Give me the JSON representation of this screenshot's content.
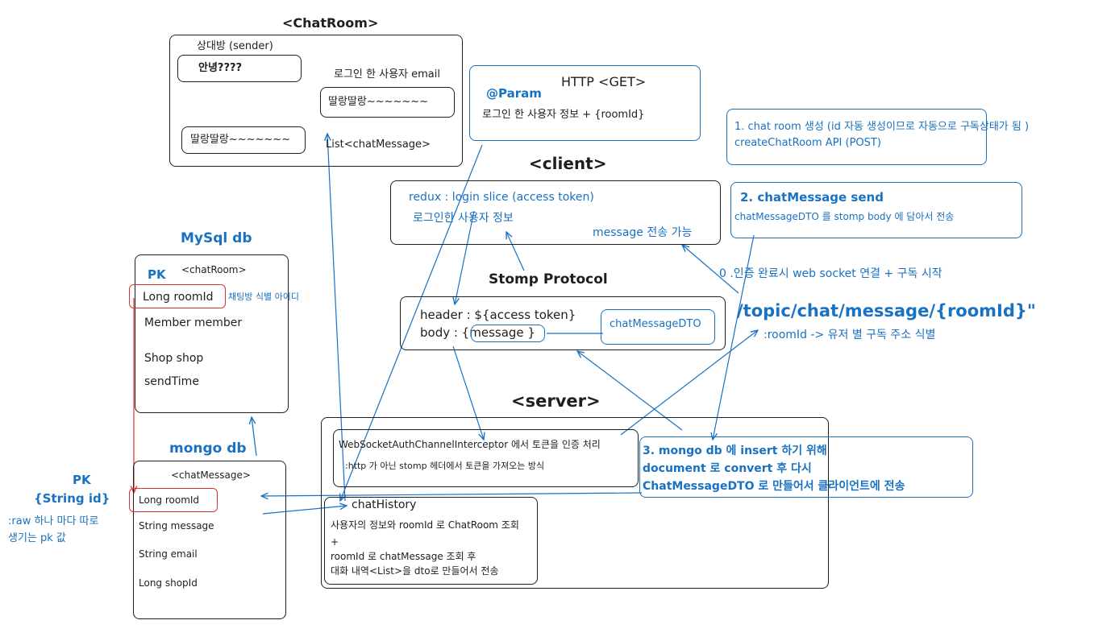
{
  "chatroom_ui": {
    "title": "<ChatRoom>",
    "sender_label": "상대방 (sender)",
    "sender_bubble": "안녕????",
    "user_label": "로그인 한 사용자 email",
    "user_bubble": "딸랑딸랑~~~~~~~",
    "sender_bubble_2": "딸랑딸랑~~~~~~~",
    "list_label": "List<chatMessage>"
  },
  "http_get": {
    "title": "HTTP <GET>",
    "param": "@Param",
    "body": "로그인 한 사용자 정보 + {roomId}"
  },
  "step1": {
    "line1": "1. chat room 생성 (id 자동 생성이므로 자동으로 구독상태가 됨 )",
    "line2": "createChatRoom API (POST)"
  },
  "client": {
    "title": "<client>",
    "redux": "redux : login slice (access token)",
    "user_info": "로그인한 사용자 정보",
    "message_send": "message 전송 가능"
  },
  "step2": {
    "title": "2. chatMessage send",
    "desc": "chatMessageDTO 를 stomp body 에 담아서 전송"
  },
  "step0": "0 .인증 완료시 web socket 연결 + 구독 시작",
  "topic": {
    "path": "/topic/chat/message/{roomId}\"",
    "note": ":roomId -> 유저 별 구독 주소 식별"
  },
  "stomp": {
    "title": "Stomp Protocol",
    "header": "header : ${access token}",
    "body": "body : {message }",
    "dto": "chatMessageDTO"
  },
  "mysql": {
    "title": "MySql db",
    "table": "<chatRoom>",
    "pk": "PK",
    "fields": [
      "Long roomId",
      "Member member",
      "Shop shop",
      "sendTime"
    ],
    "room_id_note": "채팅방 식별 아이디"
  },
  "mongo": {
    "title": "mongo db",
    "table": "<chatMessage>",
    "fields": [
      "Long roomId",
      "String message",
      "String email",
      "Long shopId"
    ],
    "pk_title": "PK",
    "pk_id": "{String id}",
    "pk_note_1": ":raw 하나 마다 따로",
    "pk_note_2": "생기는 pk 값"
  },
  "server": {
    "title": "<server>",
    "interceptor": "WebSocketAuthChannelInterceptor 에서 토큰을 인증 처리",
    "interceptor_note": ":http 가 아닌 stomp 헤더에서 토큰을 가져오는 방식",
    "history_title": "chatHistory",
    "history_lines": [
      "사용자의 정보와 roomId 로 ChatRoom 조회",
      "+",
      "roomId 로 chatMessage 조회 후",
      "대화 내역<List>을 dto로 만들어서 전송"
    ]
  },
  "step3": {
    "line1": "3. mongo db 에 insert 하기 위해",
    "line2": "document 로 convert 후 다시",
    "line3": "ChatMessageDTO 로 만들어서 클라이언트에 전송"
  },
  "colors": {
    "ink": "#1e1e1e",
    "blue": "#1971c2",
    "red": "#e03131"
  }
}
